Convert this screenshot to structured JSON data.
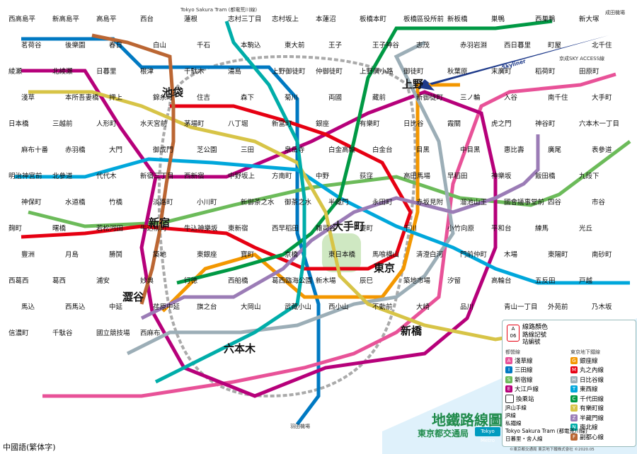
{
  "map": {
    "title": "地鐵路線圖",
    "operator": "東京都交通局",
    "metro_brand": "Tokyo Metro",
    "language_label": "中國語(繁体字)",
    "copyright": "©東京都交通局 東京地下鐵株式會社 ©2020.05",
    "major_stations": [
      "池袋",
      "新宿",
      "澀谷",
      "上野",
      "東京",
      "新橋",
      "六本木",
      "大手町"
    ],
    "stations": [
      "西高島平",
      "新高島平",
      "高島平",
      "西台",
      "蓮根",
      "志村三丁目",
      "志村坂上",
      "本蓮沼",
      "板橋本町",
      "板橋區役所前",
      "新板橋",
      "巣鴨",
      "西巣鴨",
      "新大塚",
      "茗荷谷",
      "後樂園",
      "春日",
      "白山",
      "千石",
      "本駒込",
      "東大前",
      "王子",
      "王子神谷",
      "志茂",
      "赤羽岩淵",
      "西日暮里",
      "町屋",
      "北千住",
      "綾瀬",
      "北綾瀬",
      "日暮里",
      "根津",
      "千駄木",
      "湯島",
      "上野御徒町",
      "仲御徒町",
      "上野廣小路",
      "御徒町",
      "秋葉原",
      "末廣町",
      "稻荷町",
      "田原町",
      "淺草",
      "本所吾妻橋",
      "押上",
      "錦糸町",
      "住吉",
      "森下",
      "菊川",
      "両國",
      "藏前",
      "新御徒町",
      "三ノ輪",
      "入谷",
      "南千住",
      "大手町",
      "日本橋",
      "三越前",
      "人形町",
      "水天宮前",
      "茅場町",
      "八丁堀",
      "新富町",
      "銀座",
      "有樂町",
      "日比谷",
      "霞關",
      "虎之門",
      "神谷町",
      "六本木一丁目",
      "麻布十番",
      "赤羽橋",
      "大門",
      "御成門",
      "芝公園",
      "三田",
      "泉岳寺",
      "白金高輪",
      "白金台",
      "目黑",
      "中目黑",
      "惠比壽",
      "廣尾",
      "表參道",
      "明治神宮前",
      "北參道",
      "代代木",
      "新宿三丁目",
      "西新宿",
      "中野坂上",
      "方南町",
      "中野",
      "荻窪",
      "高田馬場",
      "早稻田",
      "神樂坂",
      "飯田橋",
      "九段下",
      "神保町",
      "水道橋",
      "竹橋",
      "淡路町",
      "小川町",
      "新御茶之水",
      "御茶之水",
      "半藏門",
      "永田町",
      "赤坂見附",
      "溜池山王",
      "國會議事堂前",
      "四谷",
      "市谷",
      "麹町",
      "曙橋",
      "若松河田",
      "牛込柳町",
      "牛込神樂坂",
      "東新宿",
      "西早稻田",
      "雜司谷",
      "要町",
      "千川",
      "小竹向原",
      "平和台",
      "練馬",
      "光丘",
      "豐洲",
      "月島",
      "勝鬨",
      "築地",
      "東銀座",
      "寶町",
      "京橋",
      "東日本橋",
      "馬喰横山",
      "清澄白河",
      "門前仲町",
      "木場",
      "東陽町",
      "南砂町",
      "西葛西",
      "葛西",
      "浦安",
      "妙典",
      "行徳",
      "西船橋",
      "葛西臨海公園",
      "新木場",
      "辰巳",
      "築地市場",
      "汐留",
      "高輪台",
      "五反田",
      "戸越",
      "馬込",
      "西馬込",
      "中延",
      "荏原中延",
      "旗之台",
      "大岡山",
      "武藏小山",
      "西小山",
      "不動前",
      "大崎",
      "品川",
      "青山一丁目",
      "外苑前",
      "乃木坂",
      "信濃町",
      "千駄谷",
      "國立競技場",
      "西麻布"
    ],
    "features": [
      "Skyliner",
      "京成SKY ACCESS線",
      "成田機場",
      "羽田機場",
      "Tokyo Sakura Tram (都電荒川線)"
    ]
  },
  "legend": {
    "heading": "線路顏色",
    "code_label": "路線記號",
    "number_label": "站編號",
    "sample_letter": "A",
    "sample_number": "06",
    "toei_header": "都營線",
    "metro_header": "東京地下鐵線",
    "toei_lines": [
      {
        "code": "A",
        "name": "淺草線",
        "color": "#e85298"
      },
      {
        "code": "I",
        "name": "三田線",
        "color": "#0079c2"
      },
      {
        "code": "S",
        "name": "新宿線",
        "color": "#6cbb5a"
      },
      {
        "code": "E",
        "name": "大江戶線",
        "color": "#b6007a"
      },
      {
        "code": "",
        "name": "換乘站",
        "color": "#ffffff"
      }
    ],
    "metro_lines": [
      {
        "code": "G",
        "name": "銀座線",
        "color": "#f39700"
      },
      {
        "code": "M",
        "name": "丸之內線",
        "color": "#e60012"
      },
      {
        "code": "H",
        "name": "日比谷線",
        "color": "#9caeb7"
      },
      {
        "code": "T",
        "name": "東西線",
        "color": "#00a7db"
      },
      {
        "code": "C",
        "name": "千代田線",
        "color": "#009944"
      },
      {
        "code": "Y",
        "name": "有樂町線",
        "color": "#d7c447"
      },
      {
        "code": "Z",
        "name": "半藏門線",
        "color": "#9b7cb6"
      },
      {
        "code": "N",
        "name": "南北線",
        "color": "#00ada9"
      },
      {
        "code": "F",
        "name": "副都心線",
        "color": "#bb6633"
      }
    ],
    "other_lines": [
      "JR山手線",
      "JR線",
      "私鐵線",
      "Tokyo Sakura Tram (都電荒川線)",
      "日暮里・舍人線"
    ]
  }
}
